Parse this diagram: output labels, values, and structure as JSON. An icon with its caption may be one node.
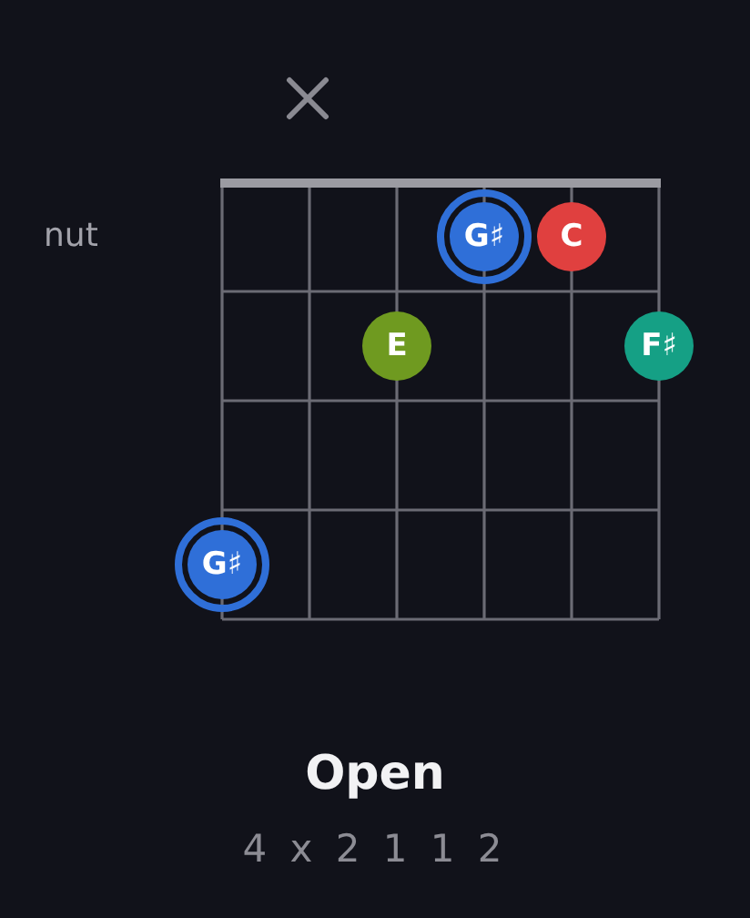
{
  "diagram": {
    "title": "Open",
    "caption": "4 x 2 1 1 2",
    "nodes": [
      {
        "text": [
          "G♯"
        ]
      },
      {
        "text": [
          "C"
        ]
      },
      {
        "text": [
          "E"
        ]
      },
      {
        "text": [
          "F♯"
        ]
      },
      {
        "text": [
          "G♯"
        ]
      }
    ],
    "labels": [
      "nut"
    ]
  }
}
